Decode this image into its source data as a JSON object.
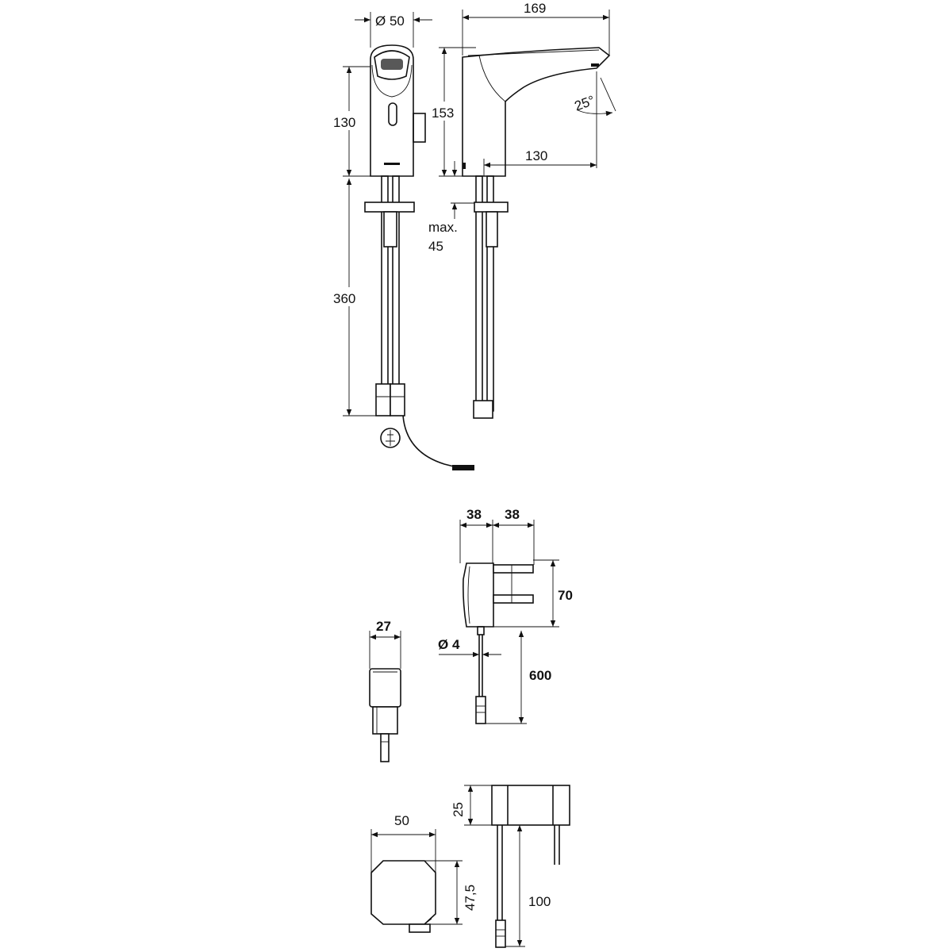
{
  "drawing": {
    "faucet_front": {
      "diameter": "Ø 50",
      "body_height": "130",
      "hose_length": "360"
    },
    "faucet_side": {
      "length": "169",
      "height": "153",
      "reach": "130",
      "angle": "25°",
      "max_label": "max.",
      "max_value": "45"
    },
    "power_adapter": {
      "width_a": "38",
      "width_b": "38",
      "height": "70",
      "cable_diameter": "Ø 4",
      "cable_length": "600"
    },
    "plug": {
      "width": "27"
    },
    "junction_box": {
      "width": "50",
      "depth": "47,5",
      "height": "25",
      "lead_length": "100"
    }
  }
}
